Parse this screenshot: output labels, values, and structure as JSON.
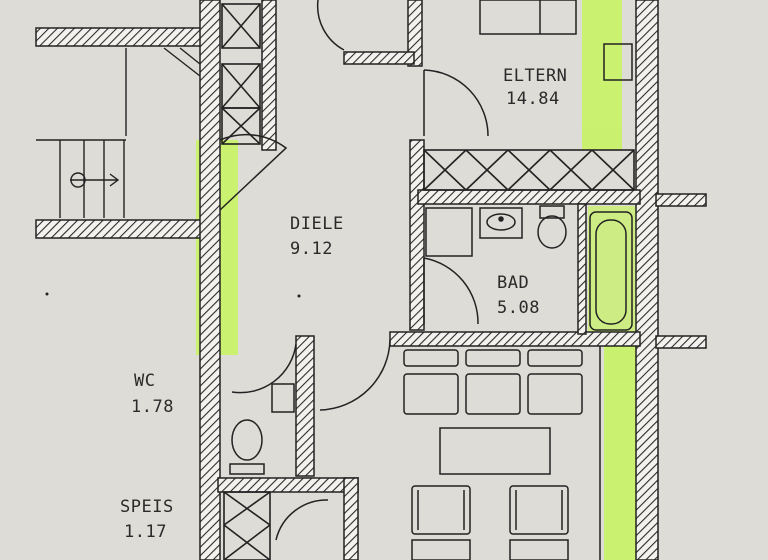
{
  "rooms": {
    "eltern": {
      "name": "ELTERN",
      "area": "14.84"
    },
    "diele": {
      "name": "DIELE",
      "area": "9.12"
    },
    "bad": {
      "name": "BAD",
      "area": "5.08"
    },
    "wc": {
      "name": "WC",
      "area": "1.78"
    },
    "speis": {
      "name": "SPEIS",
      "area": "1.17"
    }
  },
  "colors": {
    "paper": "#dedcd6",
    "wall_hatch": "#2b2b2b",
    "highlight": "#c8f26a",
    "line": "#222222"
  }
}
